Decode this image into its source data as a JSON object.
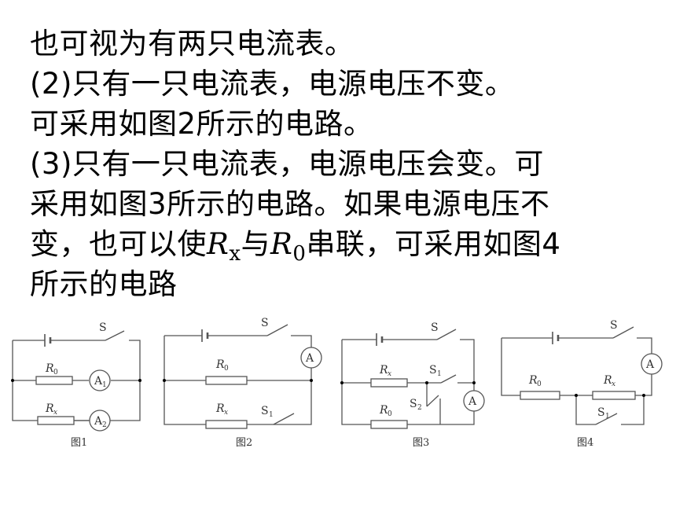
{
  "text": {
    "line1": "也可视为有两只电流表。",
    "line2": "(2)只有一只电流表，电源电压不变。",
    "line3": "可采用如图2所示的电路。",
    "line4": "(3)只有一只电流表，电源电压会变。可",
    "line5": "采用如图3所示的电路。如果电源电压不",
    "line6_a": "变，也可以使",
    "line6_r1": "R",
    "line6_s1": "x",
    "line6_b": "与",
    "line6_r2": "R",
    "line6_s2": "0",
    "line6_c": "串联，可采用如图4",
    "line7": "所示的电路"
  },
  "figures": {
    "fig1": {
      "caption": "图1",
      "switch": "S",
      "r0": "R",
      "r0_sub": "0",
      "rx": "R",
      "rx_sub": "x",
      "meter1": "A",
      "meter1_sub": "1",
      "meter2": "A",
      "meter2_sub": "2"
    },
    "fig2": {
      "caption": "图2",
      "switch": "S",
      "switch1": "S",
      "switch1_sub": "1",
      "r0": "R",
      "r0_sub": "0",
      "rx": "R",
      "rx_sub": "x",
      "meter": "A"
    },
    "fig3": {
      "caption": "图3",
      "switch": "S",
      "switch1": "S",
      "switch1_sub": "1",
      "switch2": "S",
      "switch2_sub": "2",
      "r0": "R",
      "r0_sub": "0",
      "rx": "R",
      "rx_sub": "x",
      "meter": "A"
    },
    "fig4": {
      "caption": "图4",
      "switch": "S",
      "switch1": "S",
      "switch1_sub": "1",
      "r0": "R",
      "r0_sub": "0",
      "rx": "R",
      "rx_sub": "x",
      "meter": "A"
    }
  }
}
